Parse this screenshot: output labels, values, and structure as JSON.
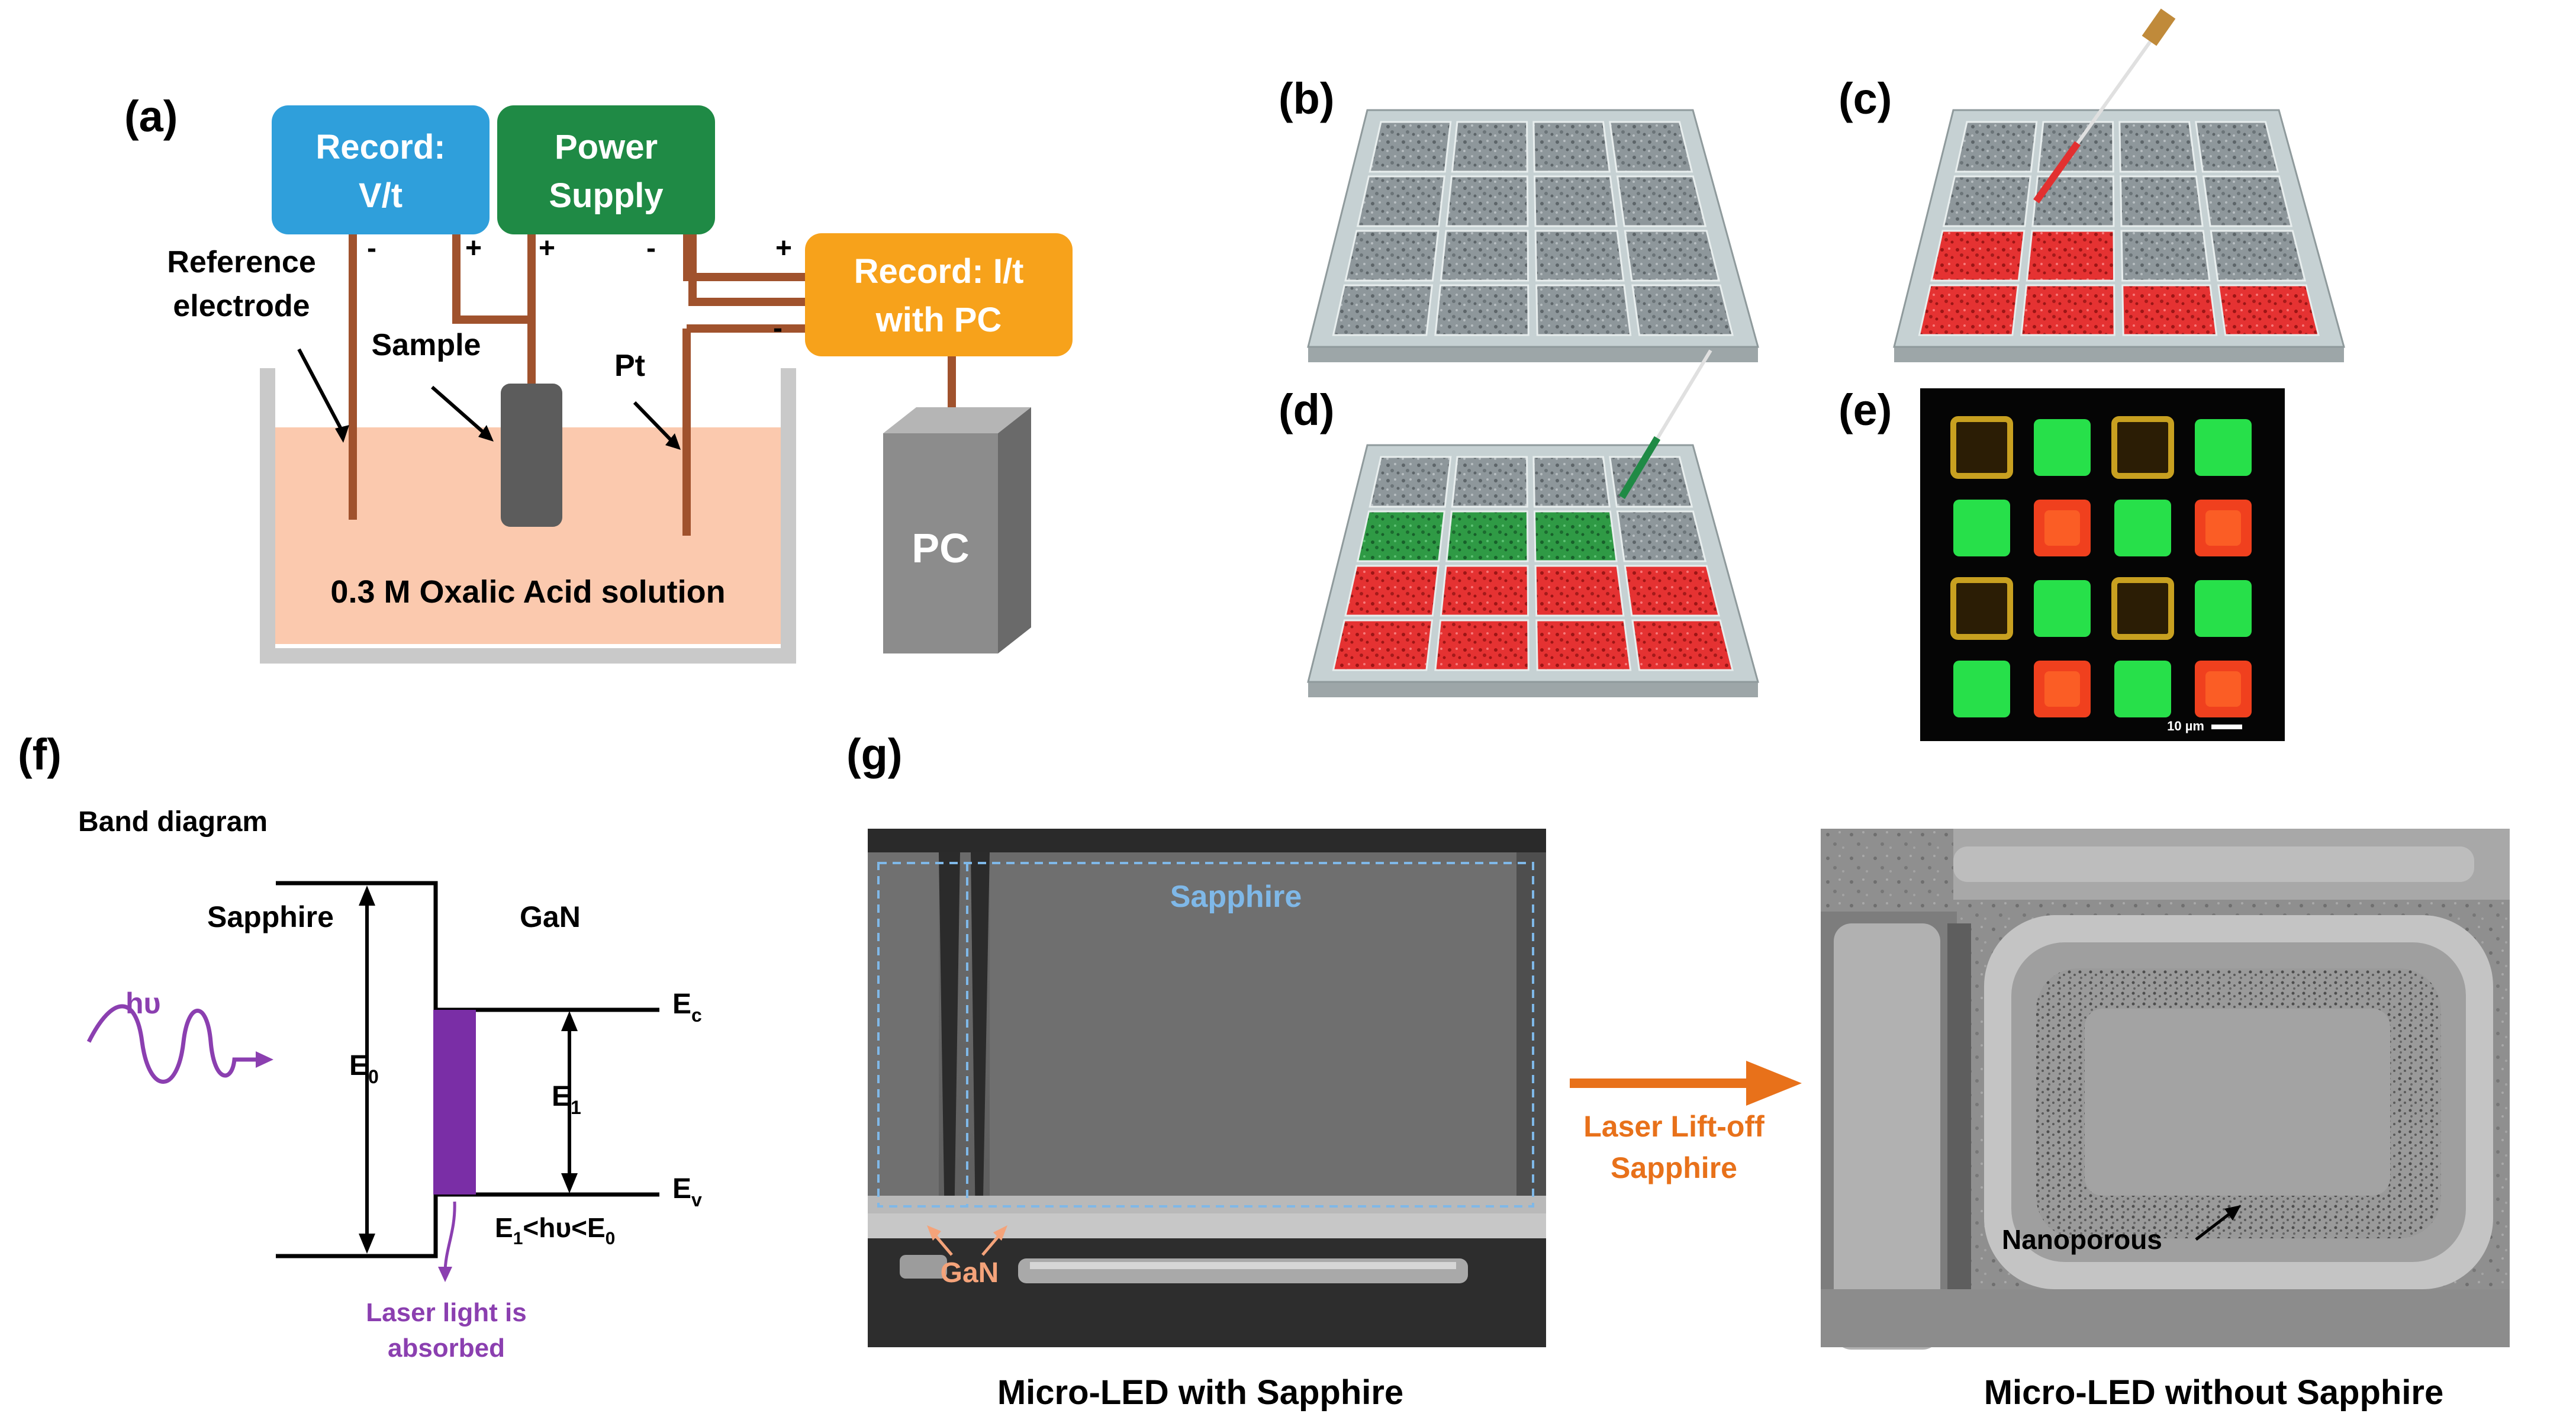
{
  "panel_labels": {
    "a": "(a)",
    "b": "(b)",
    "c": "(c)",
    "d": "(d)",
    "e": "(e)",
    "f": "(f)",
    "g": "(g)"
  },
  "panel_a": {
    "record_vt": [
      "Record:",
      "V/t"
    ],
    "power_supply": [
      "Power",
      "Supply"
    ],
    "record_it": [
      "Record: I/t",
      "with PC"
    ],
    "reference_electrode": [
      "Reference",
      "electrode"
    ],
    "sample": "Sample",
    "pt": "Pt",
    "solution": "0.3 M Oxalic Acid solution",
    "pc": "PC",
    "signs": {
      "minus": "-",
      "plus": "+"
    }
  },
  "panel_e": {
    "scale_bar": "10 µm"
  },
  "panel_f": {
    "title": "Band diagram",
    "sapphire": "Sapphire",
    "gan": "GaN",
    "photon": "hυ",
    "e0": "E",
    "e0_sub": "0",
    "e1": "E",
    "e1_sub": "1",
    "ec": "E",
    "ec_sub": "c",
    "ev": "E",
    "ev_sub": "v",
    "condition": [
      "E",
      "1",
      "<hυ<E",
      "0"
    ],
    "absorbed": [
      "Laser light is",
      "absorbed"
    ]
  },
  "panel_g": {
    "sapphire_label": "Sapphire",
    "gan_label": "GaN",
    "arrow_label": [
      "Laser Lift-off",
      "Sapphire"
    ],
    "nanoporous": "Nanoporous",
    "caption_left": "Micro-LED with Sapphire",
    "caption_right": "Micro-LED without Sapphire"
  },
  "colors": {
    "blue_box": "#2f9fdb",
    "green_box": "#1f8a45",
    "orange_box": "#f7a21b",
    "wire": "#a0522d",
    "solution": "#fbc9ae",
    "pc_gray": "#8c8c8c",
    "red": "#e23030",
    "green_cell": "#2ea64a",
    "purple": "#8b3fb0",
    "laser_orange": "#e8711a",
    "sapphire_blue": "#7fb8e8",
    "gan_orange": "#f4a37a"
  },
  "grid_c": [
    "gray",
    "gray",
    "gray",
    "gray",
    "gray",
    "gray",
    "gray",
    "gray",
    "red",
    "red",
    "gray",
    "gray",
    "red",
    "red",
    "red",
    "red"
  ],
  "grid_d": [
    "gray",
    "gray",
    "gray",
    "gray",
    "green",
    "green",
    "green",
    "gray",
    "red",
    "red",
    "red",
    "red",
    "red",
    "red",
    "red",
    "red"
  ],
  "grid_e": [
    "yellow",
    "green",
    "yellow",
    "green",
    "green",
    "red",
    "green",
    "red",
    "yellow",
    "green",
    "yellow",
    "green",
    "green",
    "red",
    "green",
    "red"
  ]
}
